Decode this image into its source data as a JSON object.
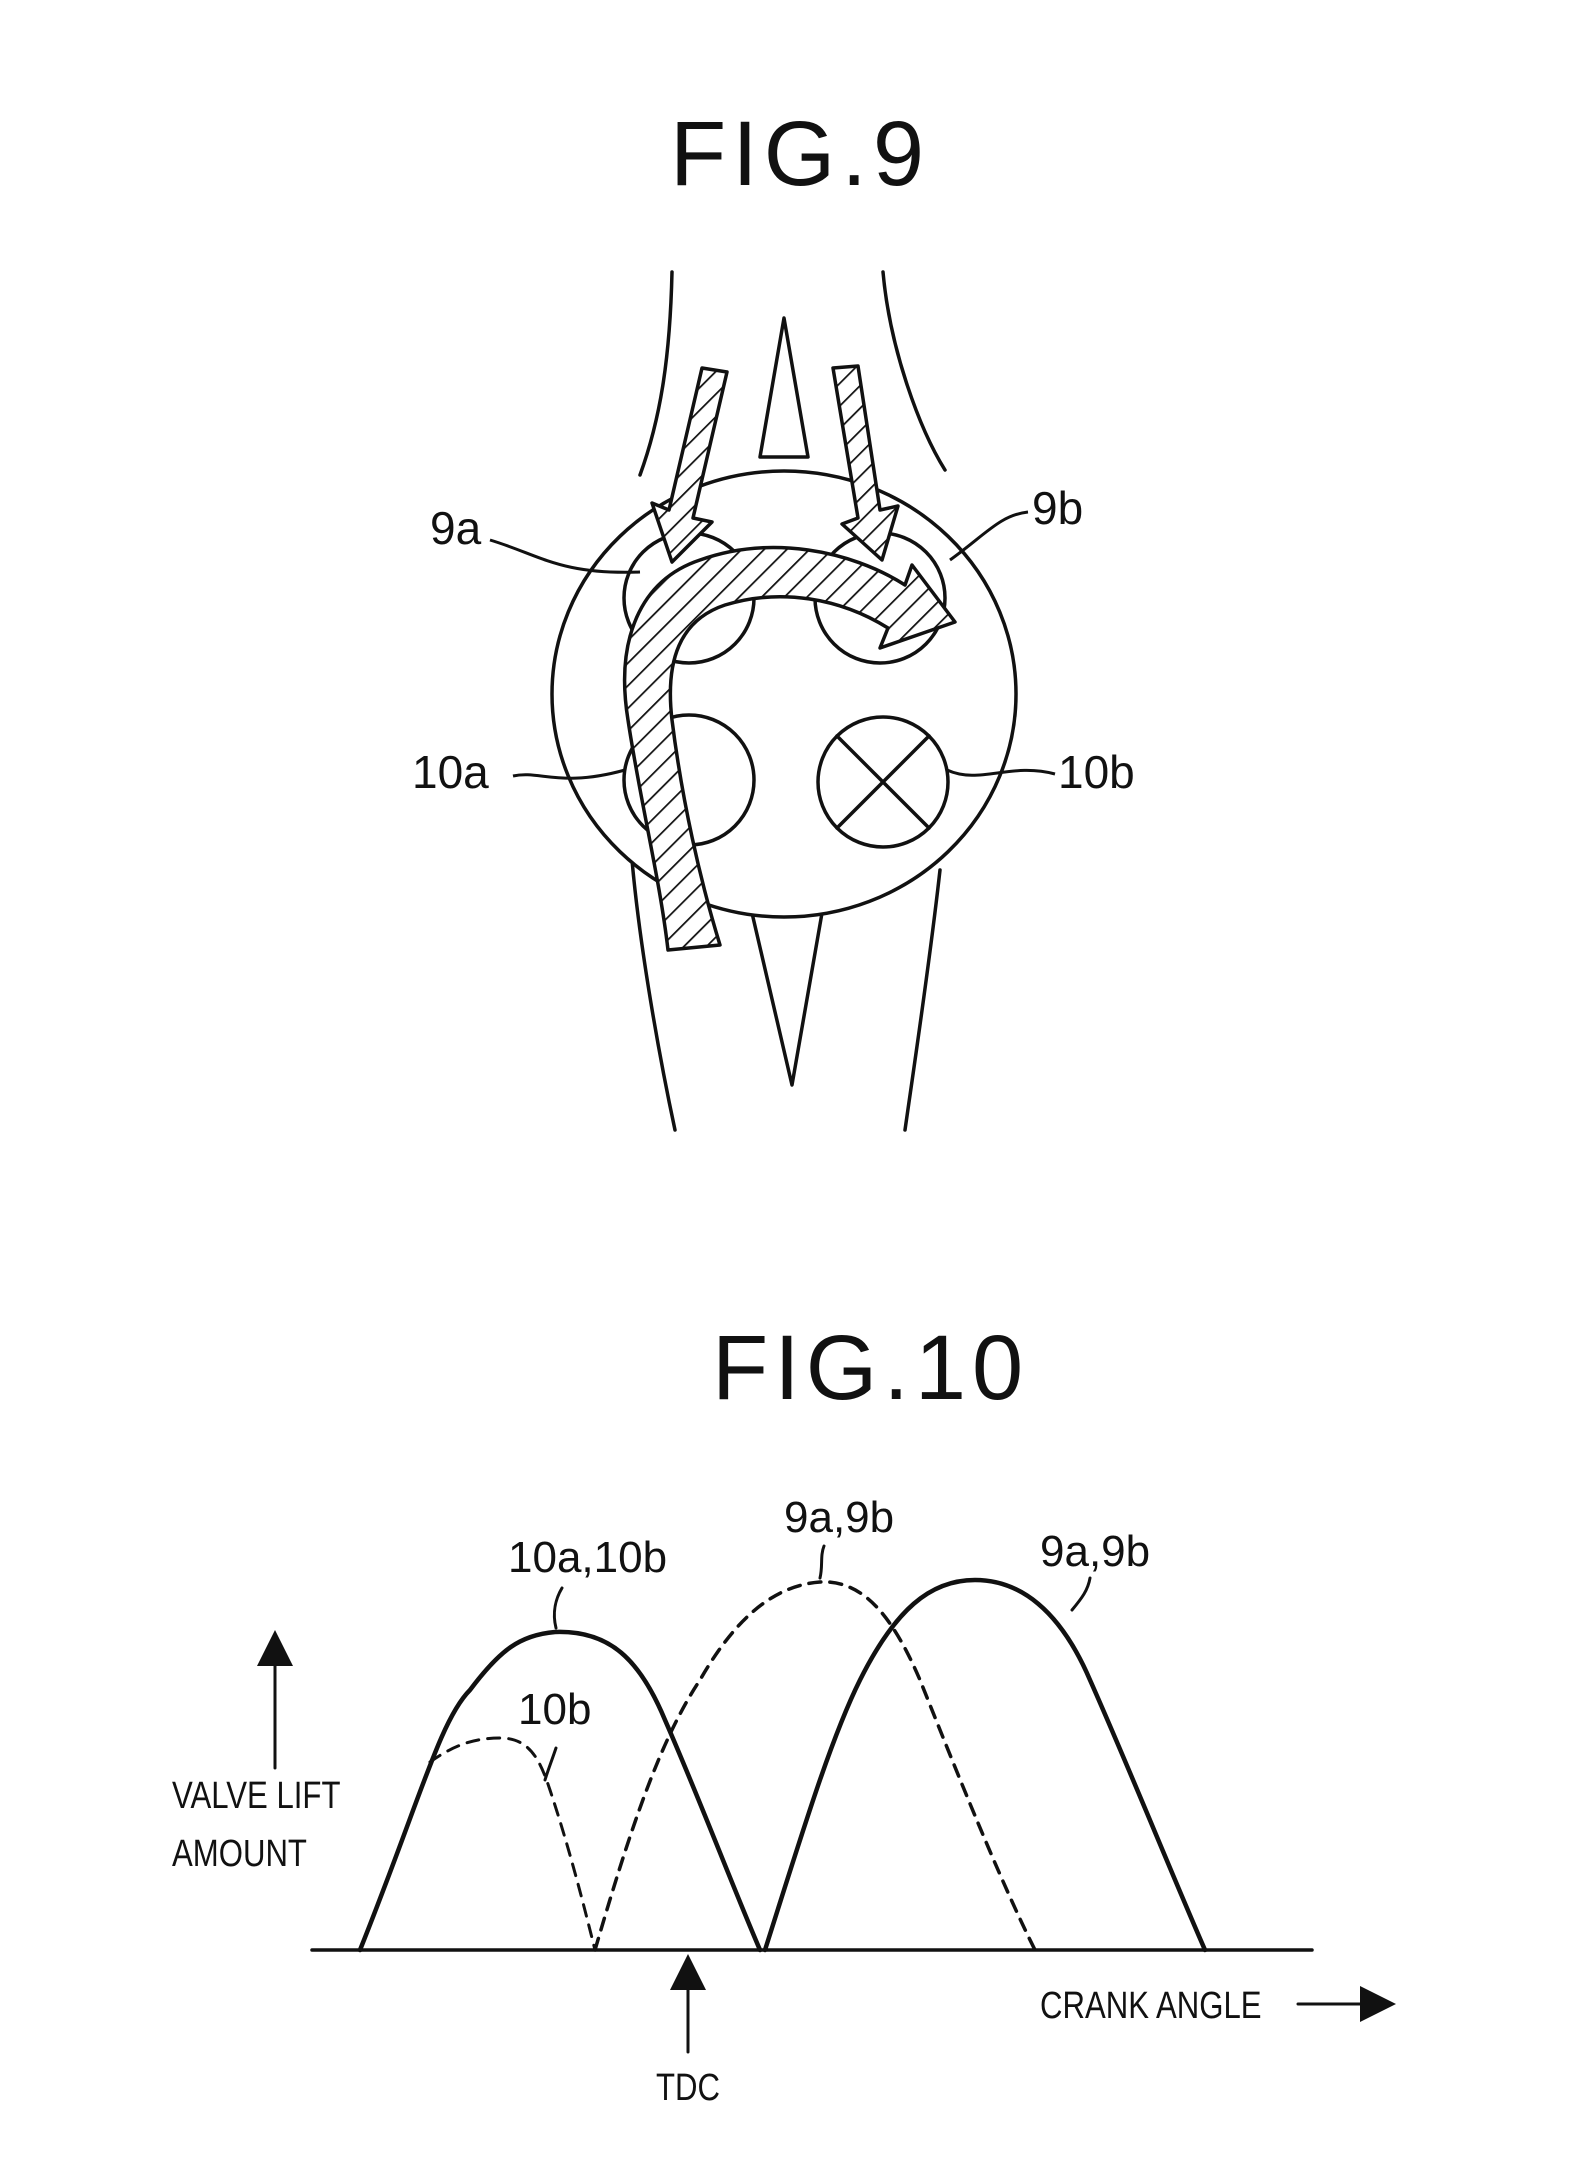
{
  "fig9": {
    "title": "FIG.9",
    "labels": {
      "intake_left": "9a",
      "intake_right": "9b",
      "exhaust_left": "10a",
      "exhaust_right": "10b"
    }
  },
  "fig10": {
    "title": "FIG.10",
    "curve_labels": {
      "exhaust_solid": "10a,10b",
      "exhaust_dashed": "10b",
      "intake_dashed": "9a,9b",
      "intake_solid": "9a,9b"
    },
    "ylabel_line1": "VALVE LIFT",
    "ylabel_line2": "AMOUNT",
    "xlabel": "CRANK ANGLE",
    "marker": "TDC"
  }
}
